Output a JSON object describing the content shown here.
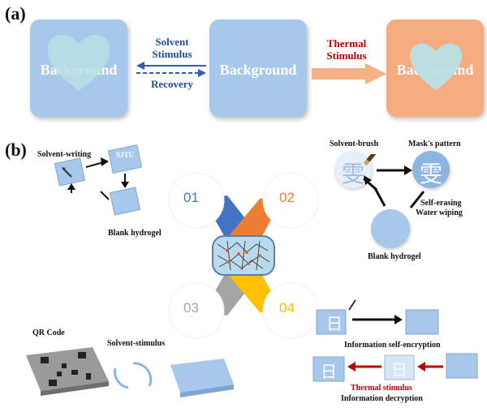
{
  "panel_a": {
    "label": "(a)",
    "square_text": "Background",
    "solvent_line1": "Solvent",
    "solvent_line2": "Stimulus",
    "recovery": "Recovery",
    "thermal_line1": "Thermal",
    "thermal_line2": "Stimulus",
    "colors": {
      "blue_square": "#a7c8eb",
      "orange_square": "#f4ab80",
      "heart": "#b9e0e4",
      "solvent_text": "#1f4e9c",
      "thermal_text": "#c00000",
      "orange_arrow": "#f4b183"
    }
  },
  "panel_b": {
    "label": "(b)",
    "writing": {
      "solvent_writing": "Solvent-writing",
      "sjtu": "SJTU",
      "blank_hydrogel": "Blank hydrogel"
    },
    "brush": {
      "solvent_brush": "Solvent-brush",
      "mask_pattern": "Mask's pattern",
      "self_erasing": "Self-erasing",
      "water_wiping": "Water wiping",
      "blank_hydrogel": "Blank hydrogel",
      "glyph": "雯"
    },
    "center": {
      "n01": "01",
      "n02": "02",
      "n03": "03",
      "n04": "04",
      "colors": {
        "c01": "#4472c4",
        "c02": "#ed7d31",
        "c03": "#a5a5a5",
        "c04": "#ffc000"
      }
    },
    "qr": {
      "qr_code": "QR Code",
      "solvent_stimulus": "Solvent-stimulus"
    },
    "encryption": {
      "self_encryption": "Information self-encryption",
      "thermal_stimulus": "Thermal stimulus",
      "decryption": "Information decryption",
      "glyph": "日"
    }
  }
}
